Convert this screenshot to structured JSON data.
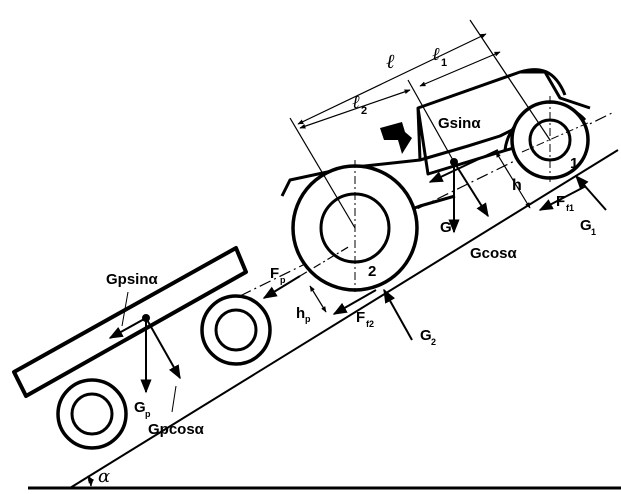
{
  "labels": {
    "l": "ℓ",
    "l1": "ℓ",
    "l1_sub": "1",
    "l2": "ℓ",
    "l2_sub": "2",
    "gsin": "Gsinα",
    "g": "G",
    "gcos": "Gcosα",
    "h": "h",
    "point1": "1",
    "point2": "2",
    "ff1": "F",
    "ff1_sub": "f1",
    "g1": "G",
    "g1_sub": "1",
    "fp": "F",
    "fp_sub": "p",
    "hp": "h",
    "hp_sub": "p",
    "ff2": "F",
    "ff2_sub": "f2",
    "g2": "G",
    "g2_sub": "2",
    "gpsin": "Gpsinα",
    "gp": "G",
    "gp_sub": "p",
    "gpcos": "Gpcosα",
    "alpha": "α"
  }
}
